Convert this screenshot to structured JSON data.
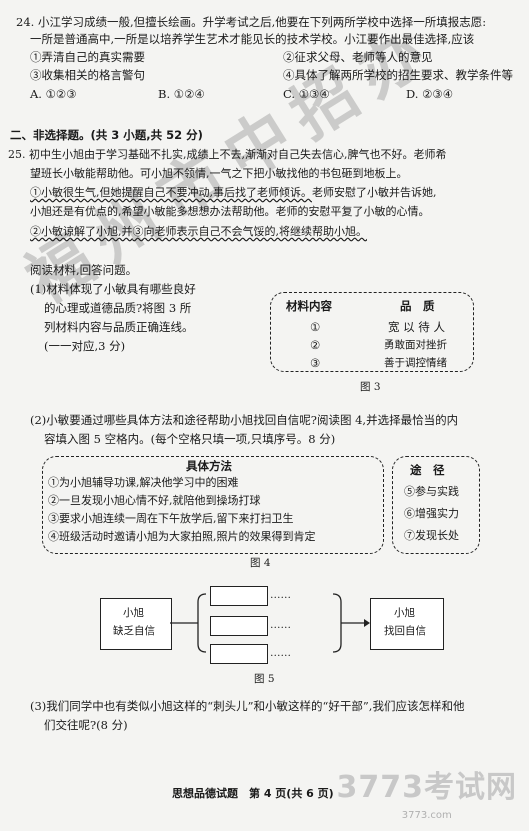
{
  "q24": {
    "stem1": "24. 小江学习成绩一般,但擅长绘画。升学考试之后,他要在下列两所学校中选择一所填报志愿:",
    "stem2": "一所是普通高中,一所是以培养学生艺术才能见长的技术学校。小江要作出最佳选择,应该",
    "opt1": "①弄清自己的真实需要",
    "opt2": "②征求父母、老师等人的意见",
    "opt3": "③收集相关的格言警句",
    "opt4": "④具体了解两所学校的招生要求、教学条件等",
    "a": "A. ①②③",
    "b": "B. ①②④",
    "c": "C. ①③④",
    "d": "D. ②③④"
  },
  "section2": "二、非选择题。(共 3 小题,共 52 分)",
  "q25": {
    "l1": "25. 初中生小旭由于学习基础不扎实,成绩上不去,渐渐对自己失去信心,脾气也不好。老师希",
    "l2": "望班长小敏能帮助他。可小旭不领情,一气之下把小敏找他的书包砸到地板上。",
    "l3a": "①小敏很生气,但她提醒自己不要冲动,事后找了老师倾诉。",
    "l3b": "老师安慰了小敏并告诉她,",
    "l4": "小旭还是有优点的,希望小敏能多想想办法帮助他。老师的安慰平复了小敏的心情。",
    "l5a": "②小敏谅解了小旭,并",
    "l5b": "③向老师表示自己不会气馁的,将继续帮助小旭。"
  },
  "read": "阅读材料,回答问题。",
  "p1": {
    "l1": "(1)材料体现了小敏具有哪些良好",
    "l2": "的心理或道德品质?将图 3 所",
    "l3": "列材料内容与品质正确连线。",
    "l4": "(一一对应,3 分)"
  },
  "fig3": {
    "h1": "材料内容",
    "h2": "品　质",
    "m1": "①",
    "m2": "②",
    "m3": "③",
    "q1": "宽 以 待 人",
    "q2": "勇敢面对挫折",
    "q3": "善于调控情绪",
    "caption": "图 3"
  },
  "p2": {
    "l1": "(2)小敏要通过哪些具体方法和途径帮助小旭找回自信呢?阅读图 4,并选择最恰当的内",
    "l2": "容填入图 5 空格内。(每个空格只填一项,只填序号。8 分)"
  },
  "fig4": {
    "methods_title": "具体方法",
    "m1": "①为小旭辅导功课,解决他学习中的困难",
    "m2": "②一旦发现小旭心情不好,就陪他到操场打球",
    "m3": "③要求小旭连续一周在下午放学后,留下来打扫卫生",
    "m4": "④班级活动时邀请小旭为大家拍照,照片的效果得到肯定",
    "ways_title": "途　径",
    "w5": "⑤参与实践",
    "w6": "⑥增强实力",
    "w7": "⑦发现长处",
    "caption": "图 4"
  },
  "fig5": {
    "left1": "小旭",
    "left2": "缺乏自信",
    "right1": "小旭",
    "right2": "找回自信",
    "blank": "……",
    "caption": "图 5"
  },
  "p3": {
    "l1": "(3)我们同学中也有类似小旭这样的“刺头儿”和小敏这样的“好干部”,我们应该怎样和他",
    "l2": "们交往呢?(8 分)"
  },
  "footer": "思想品德试题　第 4 页(共 6 页)",
  "watermark": "福州市中招办",
  "logo": {
    "main": "3773考试网",
    "sub": "3773.com"
  }
}
